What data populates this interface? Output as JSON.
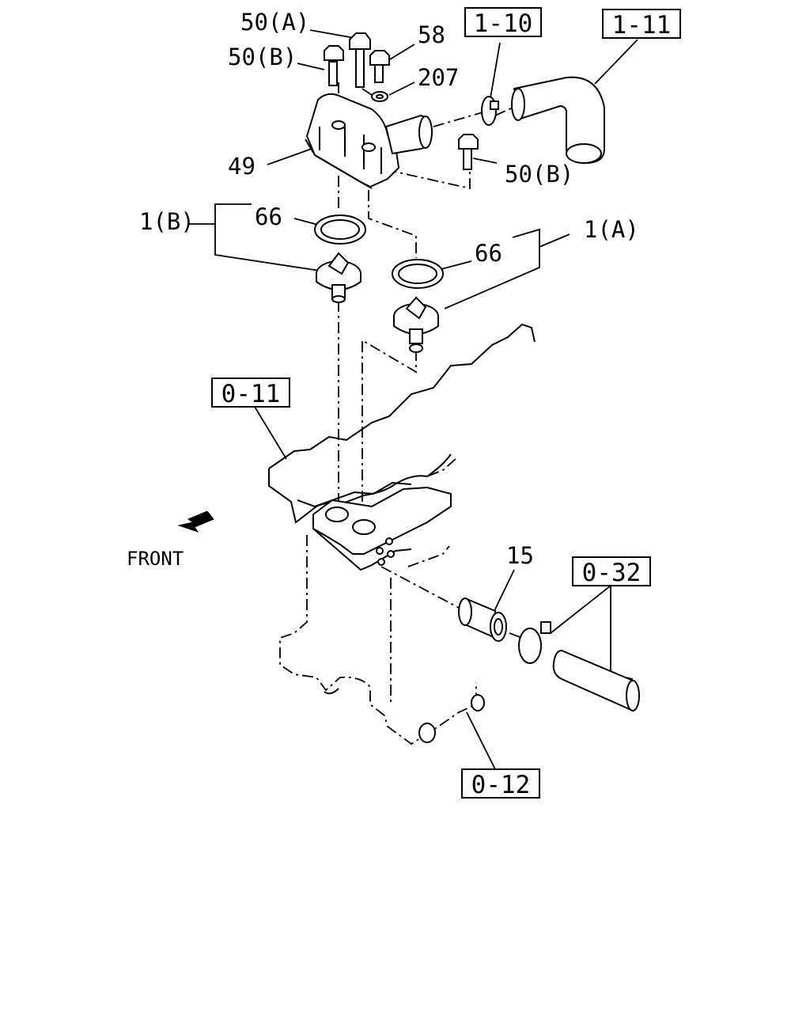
{
  "labels": {
    "bolt_50a_top": "50(A)",
    "bolt_50b_top": "50(B)",
    "bolt_58": "58",
    "washer_207": "207",
    "housing_49": "49",
    "bolt_50b_right": "50(B)",
    "thermostat_1b": "1(B)",
    "gasket_66_left": "66",
    "gasket_66_right": "66",
    "thermostat_1a": "1(A)",
    "pipe_15": "15",
    "front": "FRONT"
  },
  "references": {
    "ref_1_10": "1-10",
    "ref_1_11": "1-11",
    "ref_0_11": "0-11",
    "ref_0_32": "0-32",
    "ref_0_12": "0-12"
  },
  "icons": {
    "front_arrow": "front-arrow-icon"
  }
}
